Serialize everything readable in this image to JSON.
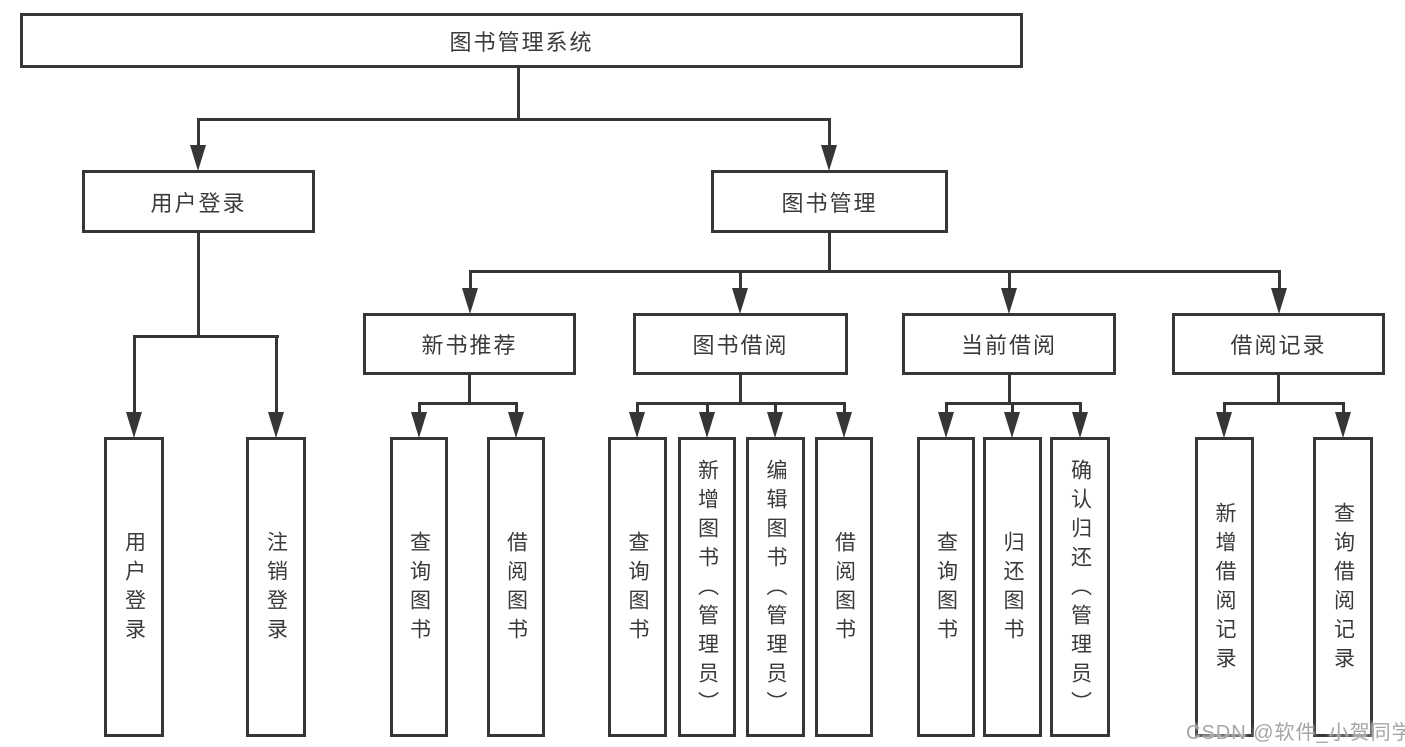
{
  "title": {
    "label": "图书管理系统"
  },
  "level2": [
    {
      "label": "用户登录"
    },
    {
      "label": "图书管理"
    }
  ],
  "level3": [
    {
      "label": "新书推荐"
    },
    {
      "label": "图书借阅"
    },
    {
      "label": "当前借阅"
    },
    {
      "label": "借阅记录"
    }
  ],
  "leaves": {
    "user_login": [
      "用户登录",
      "注销登录"
    ],
    "new_book": [
      "查询图书",
      "借阅图书"
    ],
    "book_borrow": [
      "查询图书",
      "新增图书（管理员）",
      "编辑图书（管理员）",
      "借阅图书"
    ],
    "current_borrow": [
      "查询图书",
      "归还图书",
      "确认归还（管理员）"
    ],
    "borrow_records": [
      "新增借阅记录",
      "查询借阅记录"
    ]
  },
  "watermark": {
    "text": "CSDN @软件_小贺同学"
  },
  "colors": {
    "line": "#363636",
    "text": "#3a3a3a",
    "watermark": "#a6a6a6",
    "background": "#ffffff"
  }
}
